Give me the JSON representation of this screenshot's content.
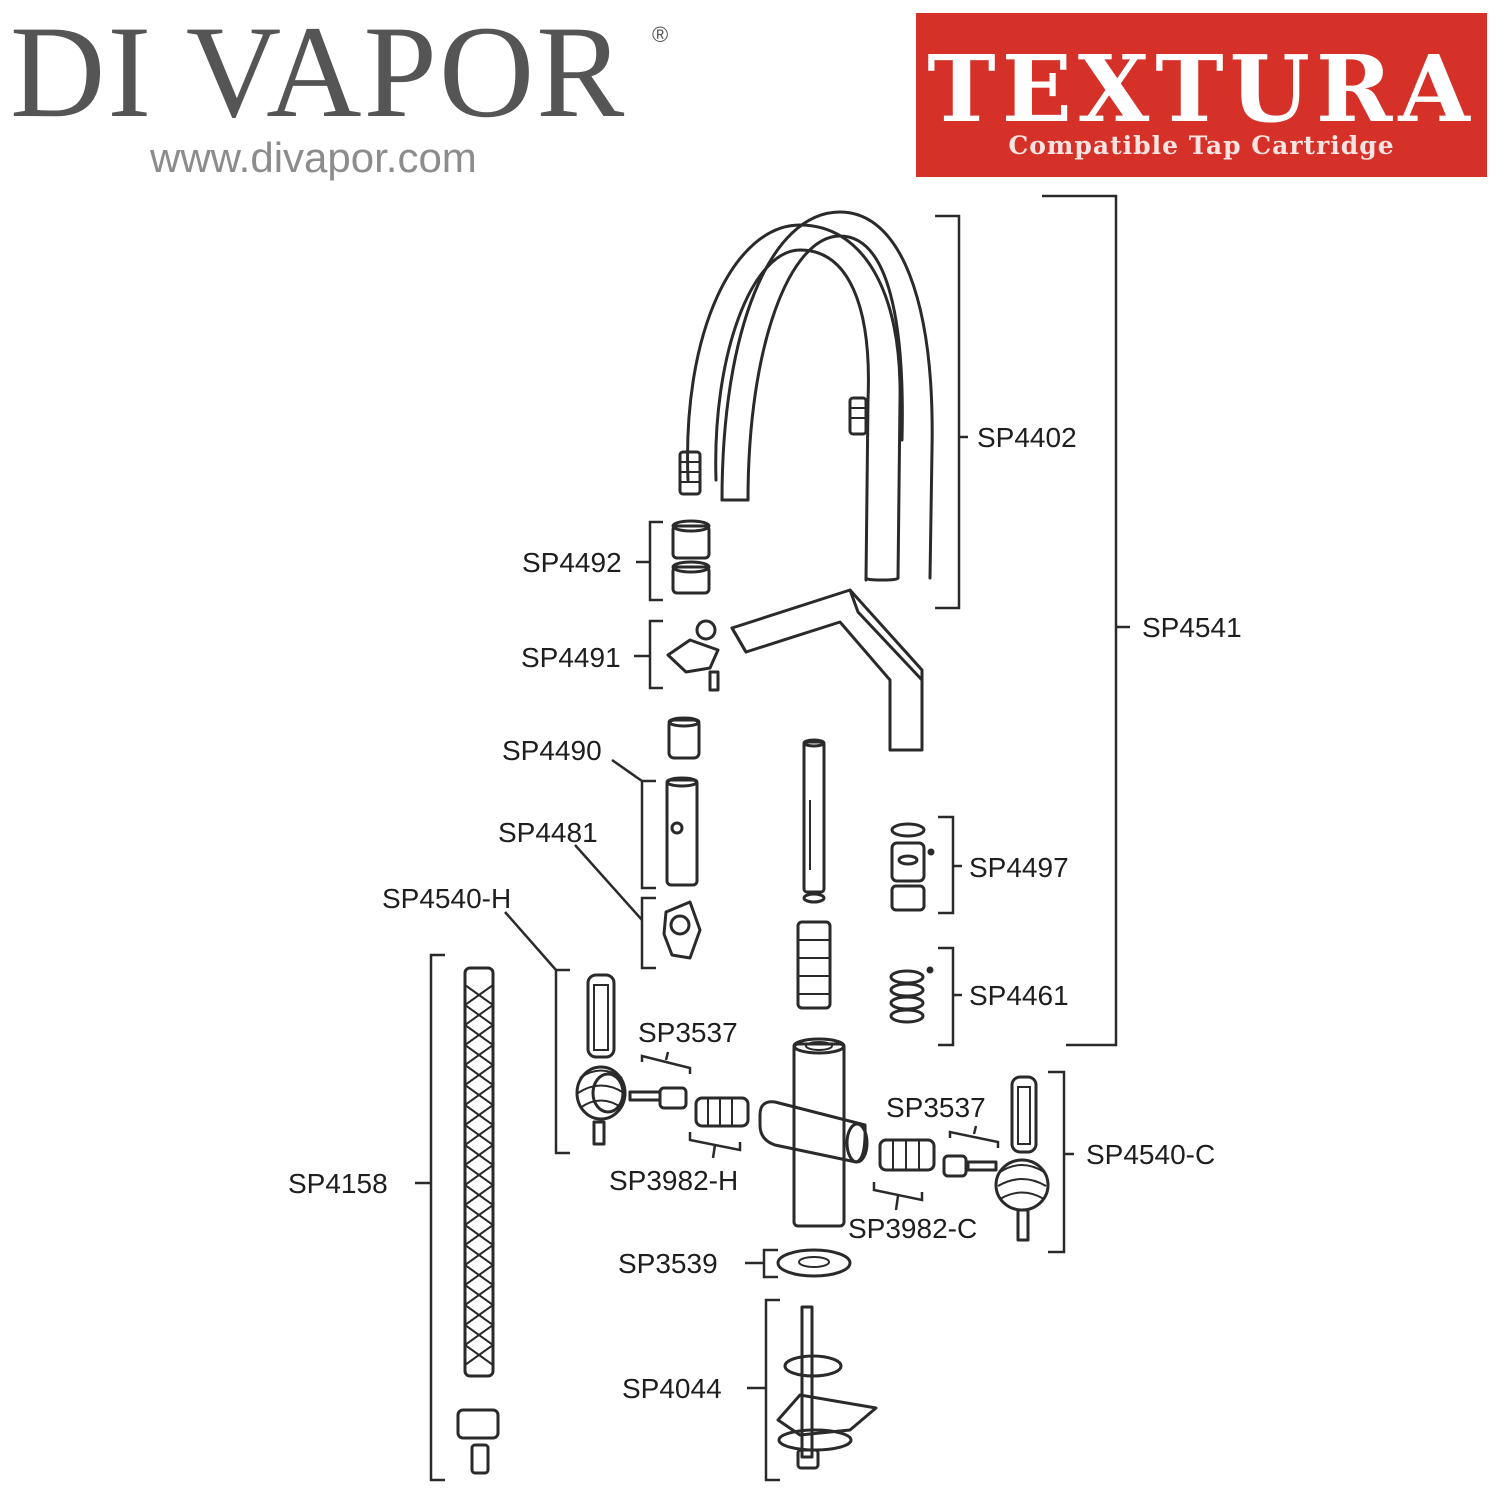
{
  "logo": {
    "text": "DI VAPOR",
    "reg": "®",
    "url": "www.divapor.com"
  },
  "banner": {
    "title": "TEXTURA",
    "subtitle": "Compatible Tap Cartridge",
    "color": "#d63128"
  },
  "labels": {
    "sp4402": "SP4402",
    "sp4541": "SP4541",
    "sp4492": "SP4492",
    "sp4491": "SP4491",
    "sp4490": "SP4490",
    "sp4481": "SP4481",
    "sp4497": "SP4497",
    "sp4540h": "SP4540-H",
    "sp4461": "SP4461",
    "sp3537a": "SP3537",
    "sp3537b": "SP3537",
    "sp4540c": "SP4540-C",
    "sp4158": "SP4158",
    "sp3982h": "SP3982-H",
    "sp3982c": "SP3982-C",
    "sp3539": "SP3539",
    "sp4044": "SP4044"
  }
}
